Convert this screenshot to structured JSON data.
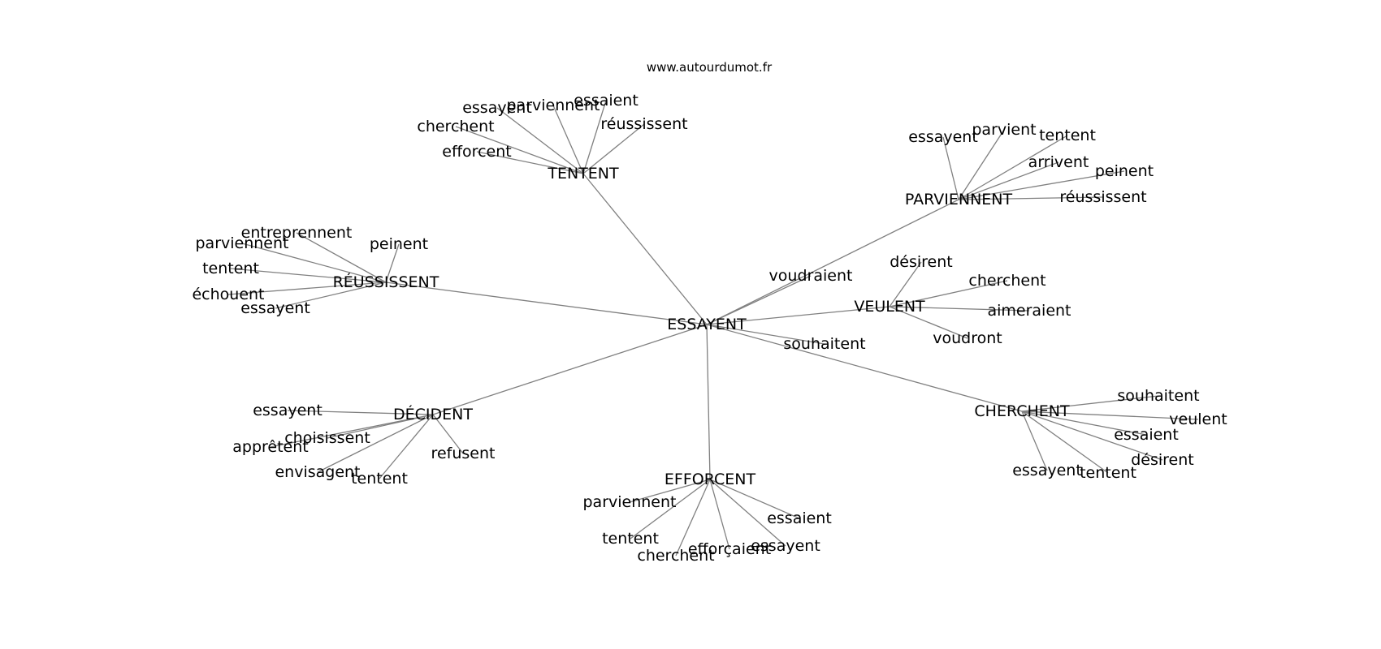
{
  "credit": "www.autourdumot.fr",
  "center": "ESSAYENT",
  "direct_words": [
    "voudraient",
    "souhaitent"
  ],
  "clusters": [
    {
      "label": "TENTENT",
      "words": [
        "essayent",
        "parviennent",
        "essaient",
        "cherchent",
        "réussissent",
        "efforcent"
      ]
    },
    {
      "label": "PARVIENNENT",
      "words": [
        "essayent",
        "parvient",
        "tentent",
        "arrivent",
        "peinent",
        "réussissent"
      ]
    },
    {
      "label": "RÉUSSISSENT",
      "words": [
        "entreprennent",
        "parviennent",
        "peinent",
        "tentent",
        "échouent",
        "essayent"
      ]
    },
    {
      "label": "VEULENT",
      "words": [
        "désirent",
        "cherchent",
        "aimeraient",
        "voudront"
      ]
    },
    {
      "label": "DÉCIDENT",
      "words": [
        "essayent",
        "choisissent",
        "apprêtent",
        "refusent",
        "envisagent",
        "tentent"
      ]
    },
    {
      "label": "CHERCHENT",
      "words": [
        "souhaitent",
        "veulent",
        "essaient",
        "désirent",
        "essayent",
        "tentent"
      ]
    },
    {
      "label": "EFFORCENT",
      "words": [
        "parviennent",
        "essaient",
        "tentent",
        "efforçaient",
        "essayent",
        "cherchent"
      ]
    }
  ]
}
